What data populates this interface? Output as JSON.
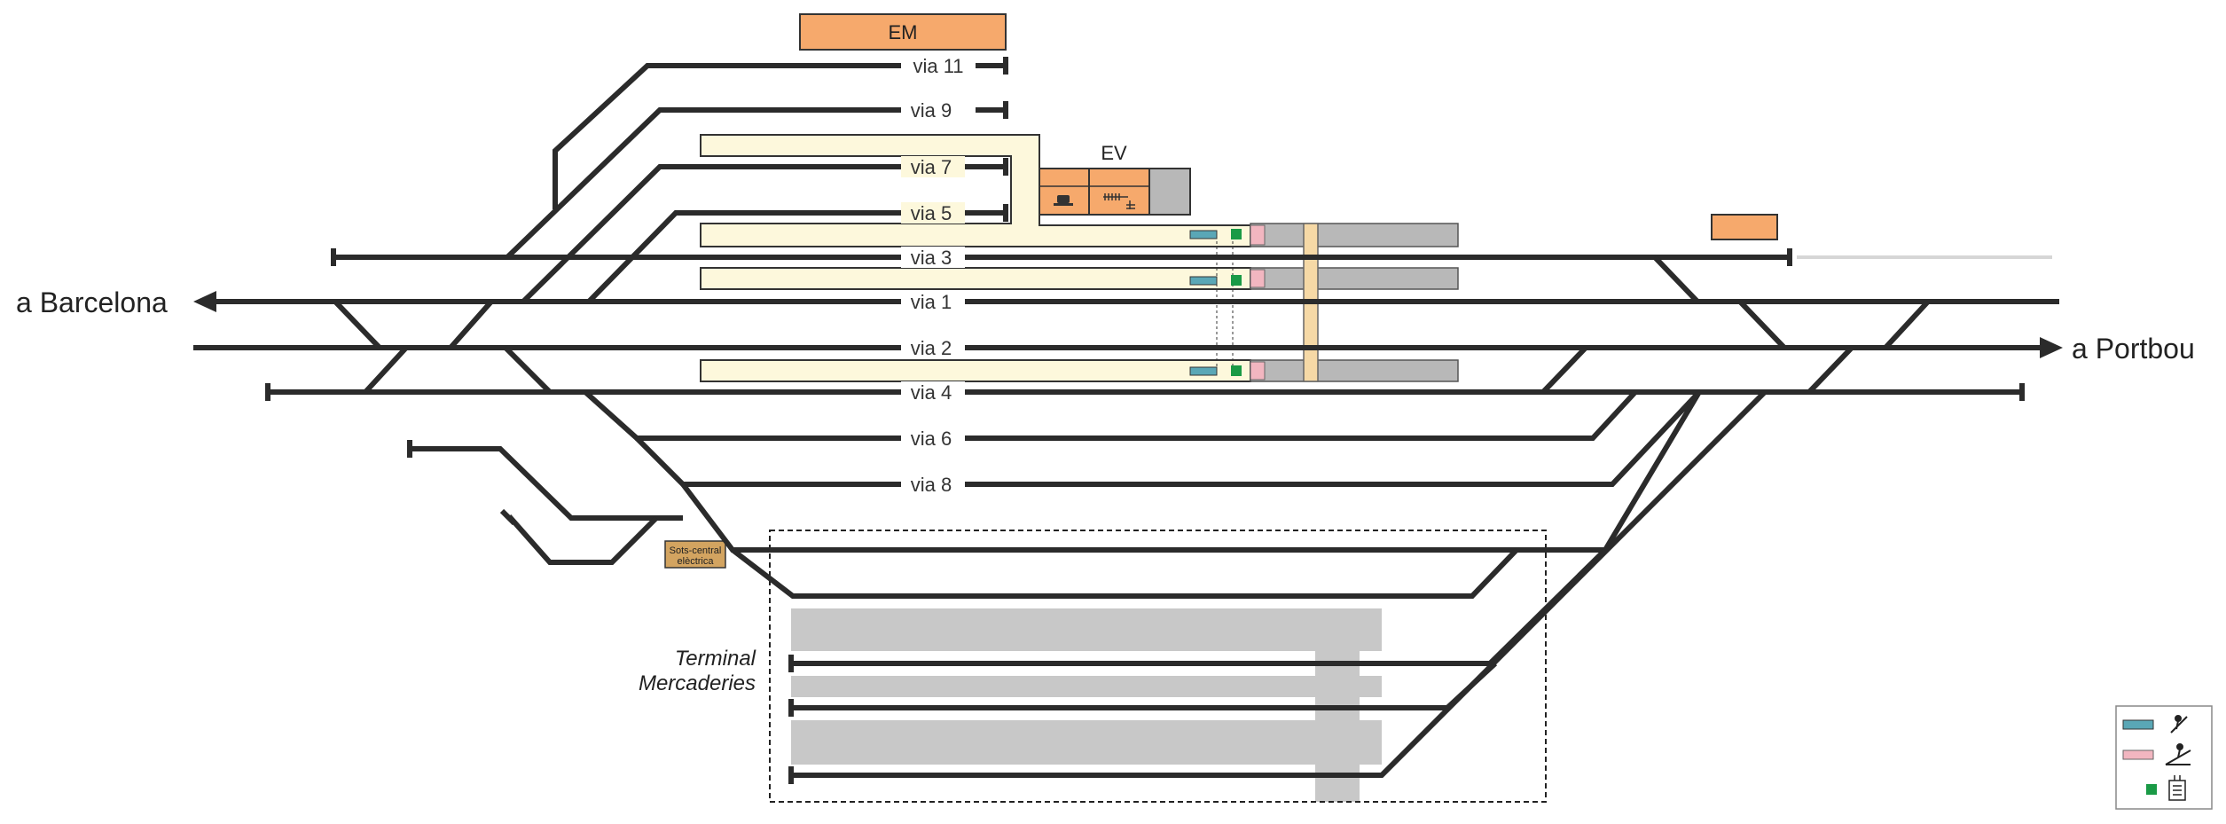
{
  "directions": {
    "left": "a Barcelona",
    "right": "a Portbou"
  },
  "tracks": {
    "via11": "via 11",
    "via9": "via 9",
    "via7": "via 7",
    "via5": "via 5",
    "via3": "via 3",
    "via1": "via 1",
    "via2": "via 2",
    "via4": "via 4",
    "via6": "via 6",
    "via8": "via 8"
  },
  "buildings": {
    "em": "EM",
    "ev": "EV",
    "substation_line1": "Sots-central",
    "substation_line2": "elèctrica"
  },
  "terminal": {
    "line1": "Terminal",
    "line2": "Mercaderies"
  },
  "legend": {
    "items": [
      {
        "icon": "escalator-icon",
        "color": "#5aa7b6"
      },
      {
        "icon": "ramp-icon",
        "color": "#f2b6c0"
      },
      {
        "icon": "ticket-machine-icon",
        "color": "#1a9a46"
      }
    ]
  },
  "colors": {
    "track": "#2b2b2b",
    "platform": "#fdf8dc",
    "building": "#f6a96c",
    "canopy": "#b8b8b8",
    "substation": "#d3a460",
    "passage": "#f6d9a6"
  }
}
